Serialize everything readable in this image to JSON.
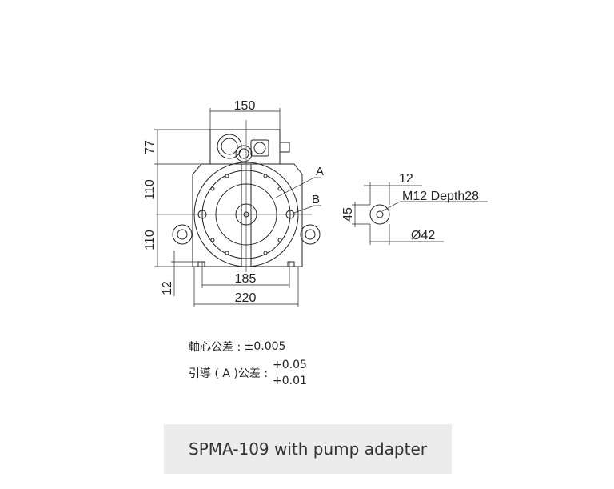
{
  "drawing": {
    "dimensions": {
      "top_width": "150",
      "box_height": "77",
      "upper_height": "110",
      "lower_height": "110",
      "foot_height": "12",
      "foot_span": "185",
      "base_width": "220"
    },
    "labels": {
      "a": "A",
      "b": "B"
    },
    "side_view": {
      "offset": "12",
      "thread": "M12 Depth28",
      "height": "45",
      "diameter": "Ø42"
    }
  },
  "tolerances": {
    "shaft_label": "軸心公差 :",
    "shaft_value": "±0.005",
    "guide_label": "引導 ( A )公差 :",
    "guide_upper": "+0.05",
    "guide_lower": "+0.01"
  },
  "caption": "SPMA-109 with pump adapter"
}
